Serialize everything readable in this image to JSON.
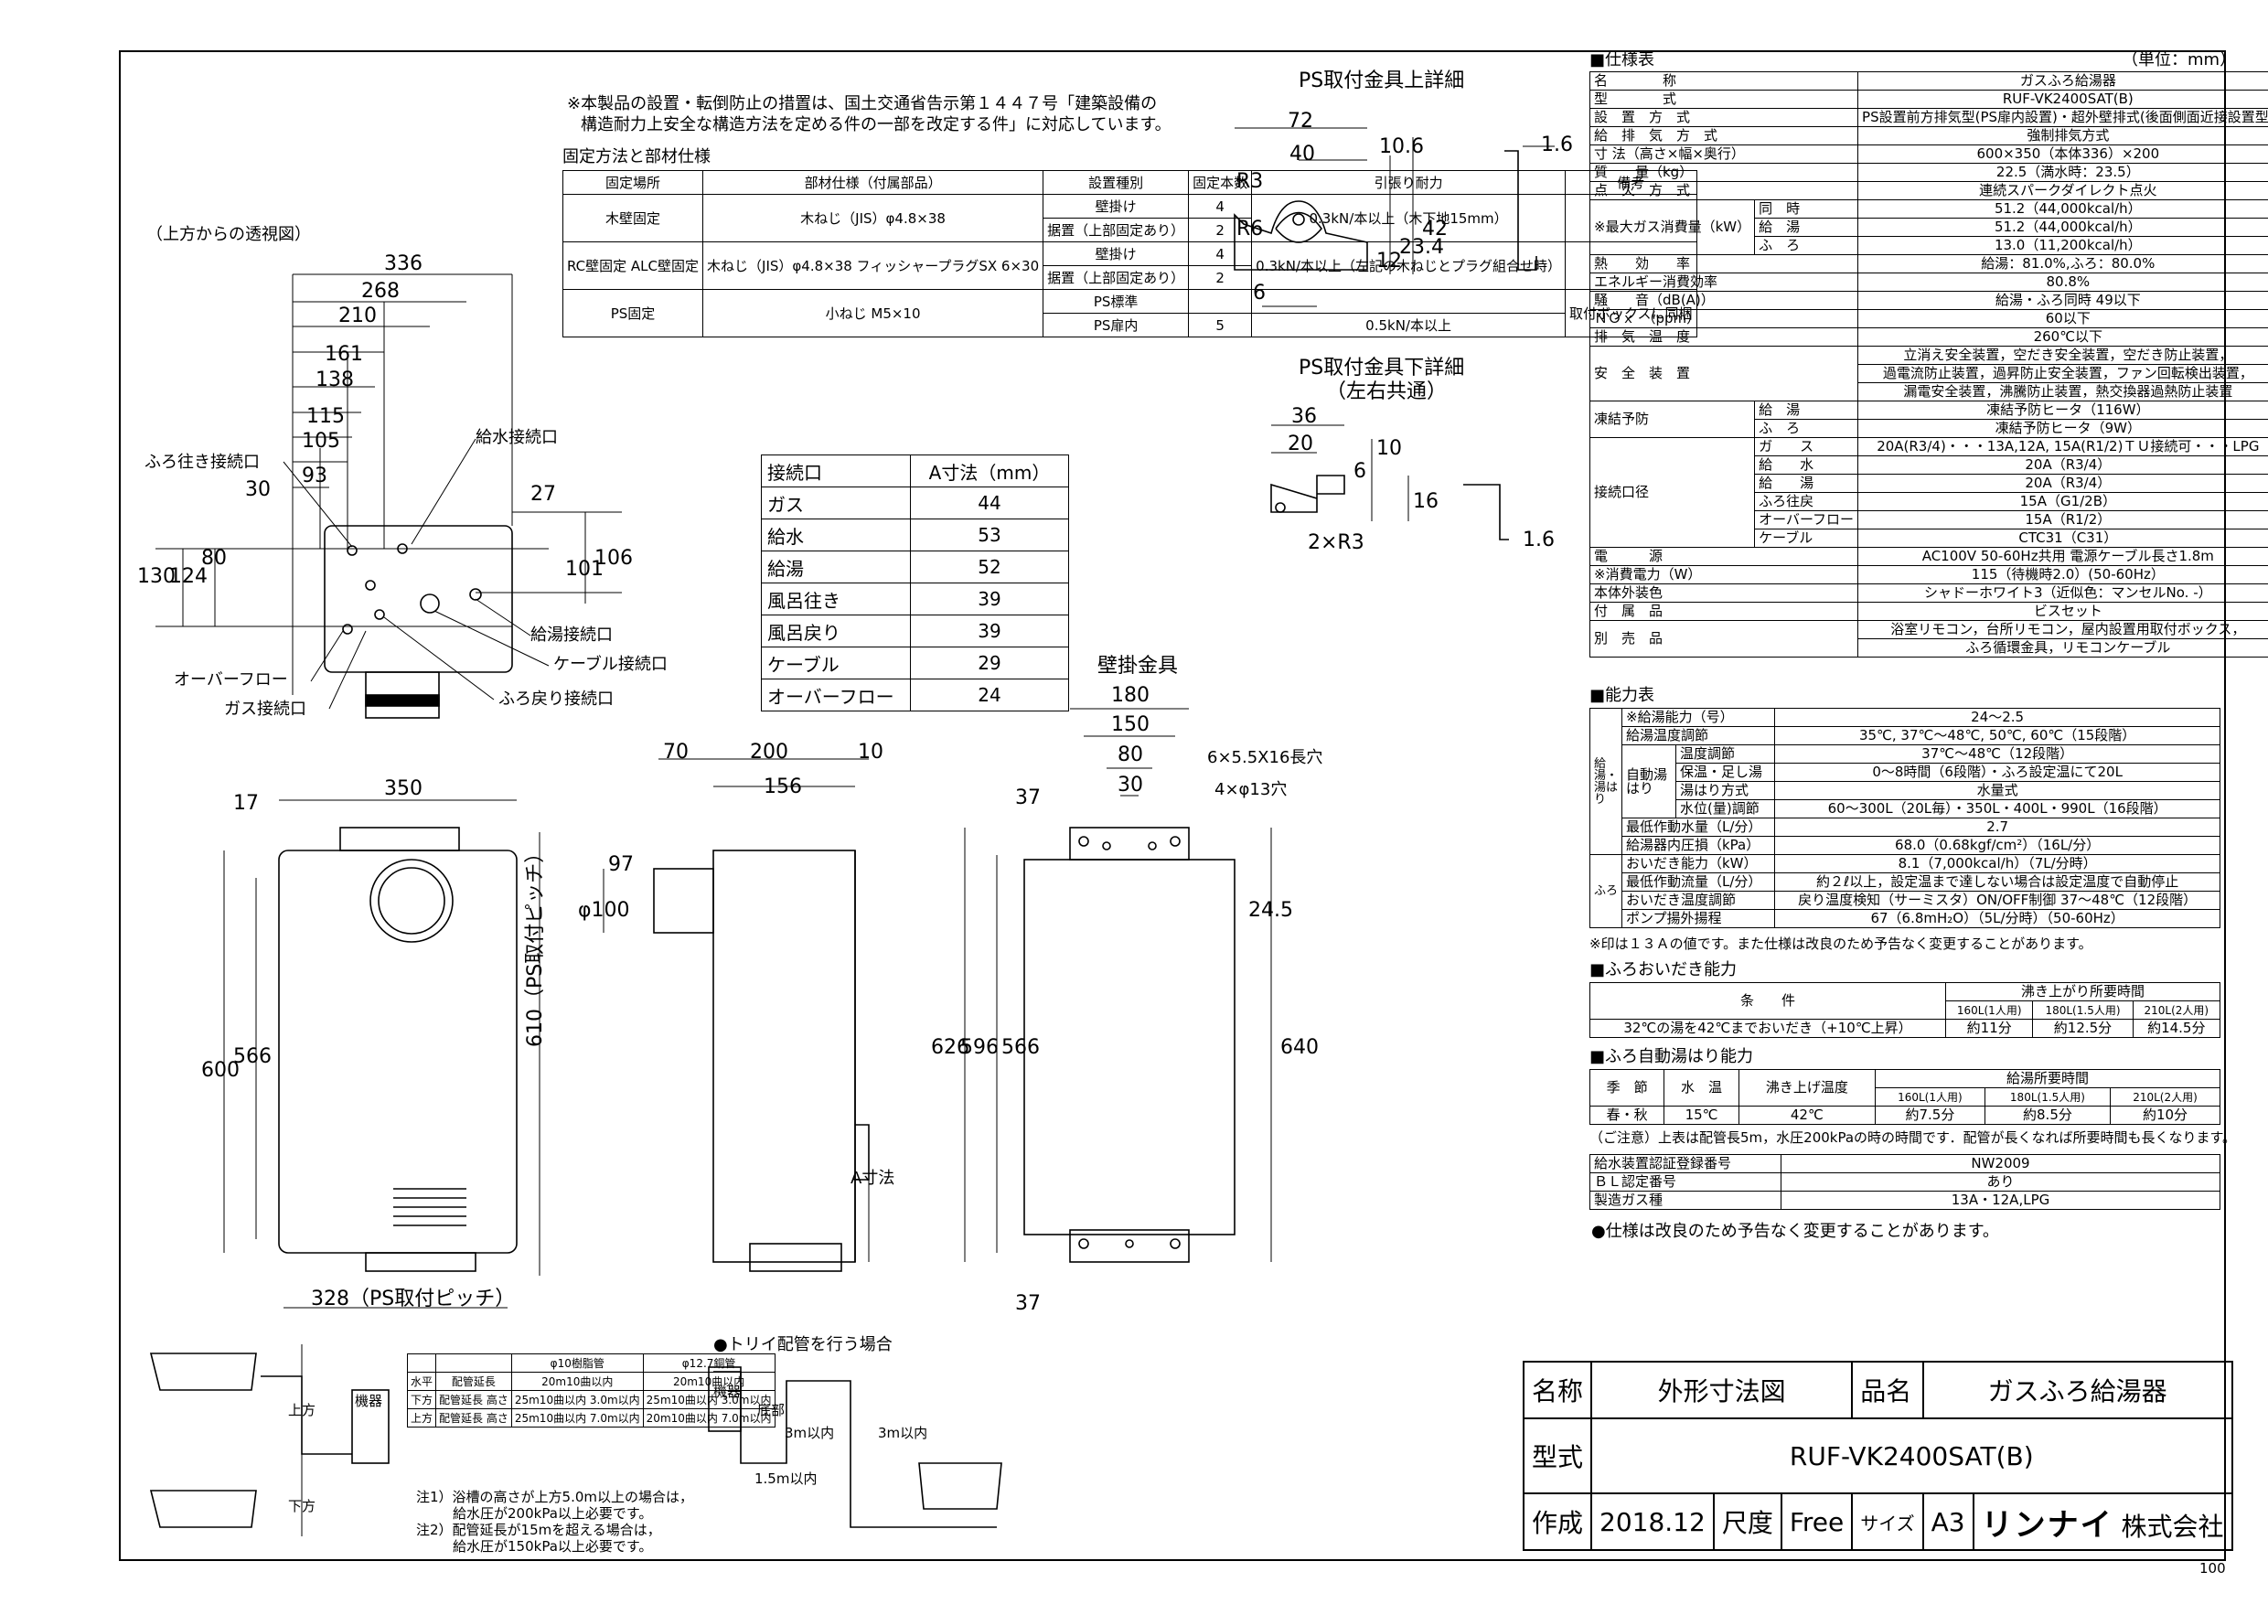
{
  "notice": {
    "line1": "※本製品の設置・転倒防止の措置は、国土交通省告示第１４４７号「建築設備の",
    "line2": "構造耐力上安全な構造方法を定める件の一部を改定する件」に対応しています。"
  },
  "fixing": {
    "caption": "固定方法と部材仕様",
    "headers": [
      "固定場所",
      "部材仕様（付属部品）",
      "設置種別",
      "固定本数",
      "引張り耐力",
      "備考"
    ],
    "rows": [
      {
        "place": "木壁固定",
        "part": "木ねじ（JIS）φ4.8×38",
        "kinds": [
          "壁掛け",
          "据置（上部固定あり）"
        ],
        "counts": [
          "4",
          "2"
        ],
        "strength": "0.3kN/本以上（木下地15mm）",
        "note": ""
      },
      {
        "place": "RC壁固定 ALC壁固定",
        "part": "木ねじ（JIS）φ4.8×38 フィッシャープラグSX 6×30",
        "kinds": [
          "壁掛け",
          "据置（上部固定あり）"
        ],
        "counts": [
          "4",
          "2"
        ],
        "strength": "0.3kN/本以上（左記の木ねじとプラグ組合せ時）",
        "note": ""
      },
      {
        "place": "PS固定",
        "part": "小ねじ M5×10",
        "kinds": [
          "PS標準",
          "PS扉内"
        ],
        "counts": [
          "",
          "5"
        ],
        "strength": "0.5kN/本以上",
        "note": "取付ボックスに同梱"
      }
    ]
  },
  "top_view": {
    "caption": "（上方からの透視図）",
    "dims": [
      "336",
      "268",
      "210",
      "161",
      "138",
      "115",
      "105",
      "93",
      "30",
      "80",
      "124",
      "130",
      "27",
      "101",
      "106"
    ],
    "labels": {
      "bath_out": "ふろ往き接続口",
      "water_in": "給水接続口",
      "hot_out": "給湯接続口",
      "cable": "ケーブル接続口",
      "bath_return": "ふろ戻り接続口",
      "overflow": "オーバーフロー",
      "gas": "ガス接続口"
    }
  },
  "connection_table": {
    "headers": [
      "接続口",
      "A寸法（mm）"
    ],
    "rows": [
      [
        "ガス",
        "44"
      ],
      [
        "給水",
        "53"
      ],
      [
        "給湯",
        "52"
      ],
      [
        "風呂往き",
        "39"
      ],
      [
        "風呂戻り",
        "39"
      ],
      [
        "ケーブル",
        "29"
      ],
      [
        "オーバーフロー",
        "24"
      ]
    ]
  },
  "ps_upper": {
    "title": "PS取付金具上詳細",
    "dims": [
      "72",
      "40",
      "R3",
      "R6",
      "6",
      "10.6",
      "12",
      "23.4",
      "42",
      "1.6"
    ]
  },
  "ps_lower": {
    "title": "PS取付金具下詳細",
    "subtitle": "（左右共通）",
    "dims": [
      "36",
      "20",
      "6",
      "10",
      "16",
      "2×R3",
      "1.6"
    ]
  },
  "front_view": {
    "dims": [
      "350",
      "17",
      "600",
      "566",
      "610（PS取付ピッチ）",
      "328（PS取付ピッチ）"
    ]
  },
  "side_view": {
    "dims": [
      "70",
      "200",
      "10",
      "156",
      "97",
      "φ100",
      "A寸法"
    ]
  },
  "bracket": {
    "title": "壁掛金具",
    "dims": [
      "180",
      "150",
      "80",
      "30",
      "37",
      "626",
      "596",
      "566",
      "24.5",
      "640",
      "37"
    ],
    "hole_a": "6×5.5X16長穴",
    "hole_b": "4×φ13穴"
  },
  "spec": {
    "title": "■仕様表",
    "unit": "（単位：mm）",
    "rows": [
      [
        "名　　　　称",
        "ガスふろ給湯器"
      ],
      [
        "型　　　　式",
        "RUF-VK2400SAT(B)"
      ],
      [
        "設　置　方　式",
        "PS設置前方排気型(PS扉内設置)・超外壁排式(後面側面近接設置型)"
      ],
      [
        "給　排　気　方　式",
        "強制排気方式"
      ],
      [
        "寸 法（高さ×幅×奥行）",
        "600×350（本体336）×200"
      ],
      [
        "質　　量（kg）",
        "22.5（満水時：23.5）"
      ],
      [
        "点　火　方　式",
        "連続スパークダイレクト点火"
      ]
    ],
    "gas_label": "※最大ガス消費量（kW）",
    "gas_rows": [
      [
        "同　時",
        "51.2（44,000kcal/h）"
      ],
      [
        "給　湯",
        "51.2（44,000kcal/h）"
      ],
      [
        "ふ　ろ",
        "13.0（11,200kcal/h）"
      ]
    ],
    "rows2": [
      [
        "熱　　効　　率",
        "給湯：81.0%,ふろ：80.0%"
      ],
      [
        "エネルギー消費効率",
        "80.8%"
      ],
      [
        "騒　　音（dB(A)）",
        "給湯・ふろ同時 49以下"
      ],
      [
        "ＮＯｘ　（ppm）",
        "60以下"
      ],
      [
        "排　気　温　度",
        "260℃以下"
      ]
    ],
    "safety_label": "安　全　装　置",
    "safety_lines": [
      "立消え安全装置，空だき安全装置，空だき防止装置，",
      "過電流防止装置，過昇防止安全装置，ファン回転検出装置，",
      "漏電安全装置，沸騰防止装置，熱交換器過熱防止装置"
    ],
    "freeze_label": "凍結予防",
    "freeze_rows": [
      [
        "給　湯",
        "凍結予防ヒータ（116W）"
      ],
      [
        "ふ　ろ",
        "凍結予防ヒータ（9W）"
      ]
    ],
    "conn_label": "接続口径",
    "conn_rows": [
      [
        "ガ　　ス",
        "20A(R3/4)・・・13A,12A, 15A(R1/2)ＴＵ接続可・・・LPG"
      ],
      [
        "給　　水",
        "20A（R3/4）"
      ],
      [
        "給　　湯",
        "20A（R3/4）"
      ],
      [
        "ふろ往戻",
        "15A（G1/2B）"
      ],
      [
        "オーバーフロー",
        "15A（R1/2）"
      ],
      [
        "ケーブル",
        "CTC31（C31）"
      ]
    ],
    "rows3": [
      [
        "電　　　源",
        "AC100V 50-60Hz共用 電源ケーブル長さ1.8m"
      ],
      [
        "※消費電力（W）",
        "115（待機時2.0）(50-60Hz）"
      ],
      [
        "本体外装色",
        "シャドーホワイト3（近似色：マンセルNo. -）"
      ],
      [
        "付　属　品",
        "ビスセット"
      ]
    ],
    "options_label": "別　売　品",
    "options_lines": [
      "浴室リモコン，台所リモコン，屋内設置用取付ボックス，",
      "ふろ循環金具，リモコンケーブル"
    ]
  },
  "capacity": {
    "title": "■能力表",
    "rows": [
      [
        "※給湯能力（号）",
        "24〜2.5"
      ],
      [
        "給湯温度調節",
        "35℃, 37℃〜48℃, 50℃, 60℃（15段階）"
      ],
      [
        "温度調節",
        "37℃〜48℃（12段階）"
      ],
      [
        "保温・足し湯",
        "0〜8時間（6段階）・ふろ設定温にて20L"
      ],
      [
        "湯はり方式",
        "水量式"
      ],
      [
        "水位(量)調節",
        "60〜300L（20L毎）・350L・400L・990L（16段階）"
      ],
      [
        "最低作動水量（L/分）",
        "2.7"
      ],
      [
        "給湯器内圧損（kPa）",
        "68.0（0.68kgf/cm²）（16L/分）"
      ],
      [
        "おいだき能力（kW）",
        "8.1（7,000kcal/h）（7L/分時）"
      ],
      [
        "最低作動流量（L/分）",
        "約２ℓ以上，設定温まで達しない場合は設定温度で自動停止"
      ],
      [
        "おいだき温度調節",
        "戻り温度検知（サーミスタ）ON/OFF制御 37〜48℃（12段階）"
      ],
      [
        "ポンプ揚外揚程",
        "67（6.8mH₂O）（5L/分時）（50-60Hz）"
      ]
    ],
    "side1": "給湯・湯はり",
    "side_auto": "自動湯はり",
    "side2": "ふろ",
    "note": "※印は１３Ａの値です。また仕様は改良のため予告なく変更することがあります。"
  },
  "reheat": {
    "title": "■ふろおいだき能力",
    "cond_header": "条　　件",
    "time_header": "沸き上がり所要時間",
    "cols": [
      "160L(1人用)",
      "180L(1.5人用)",
      "210L(2人用)"
    ],
    "cond": "32℃の湯を42℃までおいだき（+10℃上昇）",
    "values": [
      "約11分",
      "約12.5分",
      "約14.5分"
    ]
  },
  "auto_fill": {
    "title": "■ふろ自動湯はり能力",
    "headers": [
      "季　節",
      "水　温",
      "沸き上げ温度",
      "給湯所要時間"
    ],
    "cols": [
      "160L(1人用)",
      "180L(1.5人用)",
      "210L(2人用)"
    ],
    "row": [
      "春・秋",
      "15℃",
      "42℃",
      "約7.5分",
      "約8.5分",
      "約10分"
    ],
    "note": "（ご注意）上表は配管長5m，水圧200kPaの時の時間です．配管が長くなれば所要時間も長くなります。"
  },
  "cert": {
    "rows": [
      [
        "給水装置認証登録番号",
        "NW2009"
      ],
      [
        "ＢＬ認定番号",
        "あり"
      ],
      [
        "製造ガス種",
        "13A・12A,LPG"
      ]
    ],
    "note": "●仕様は改良のため予告なく変更することがあります。"
  },
  "piping": {
    "headers": [
      "",
      "",
      "φ10樹脂管",
      "φ12.7銅管"
    ],
    "rows": [
      [
        "水平",
        "配管延長",
        "20m10曲以内",
        "20m10曲以内"
      ],
      [
        "下方",
        "配管延長 高さ",
        "25m10曲以内 3.0m以内",
        "25m10曲以内 3.0m以内"
      ],
      [
        "上方",
        "配管延長 高さ",
        "25m10曲以内 7.0m以内",
        "20m10曲以内 7.0m以内"
      ]
    ],
    "note1": "注1）浴槽の高さが上方5.0m以上の場合は，",
    "note1b": "給水圧が200kPa以上必要です。",
    "note2": "注2）配管延長が15mを超える場合は，",
    "note2b": "給水圧が150kPa以上必要です。",
    "unit_label": "機器",
    "up": "上方",
    "down": "下方",
    "trap_title": "●トリイ配管を行う場合",
    "trap_labels": [
      "機器",
      "底部",
      "3m以内",
      "1.5m以内",
      "3m以内"
    ]
  },
  "title_block": {
    "name_label": "名称",
    "name": "外形寸法図",
    "product_label": "品名",
    "product": "ガスふろ給湯器",
    "model_label": "型式",
    "model": "RUF-VK2400SAT(B)",
    "made_label": "作成",
    "date": "2018.12",
    "scale_label": "尺度",
    "scale": "Free",
    "size_label": "サイズ",
    "size": "A3",
    "company_logo": "リンナイ",
    "company": "株式会社"
  },
  "page_no": "100"
}
